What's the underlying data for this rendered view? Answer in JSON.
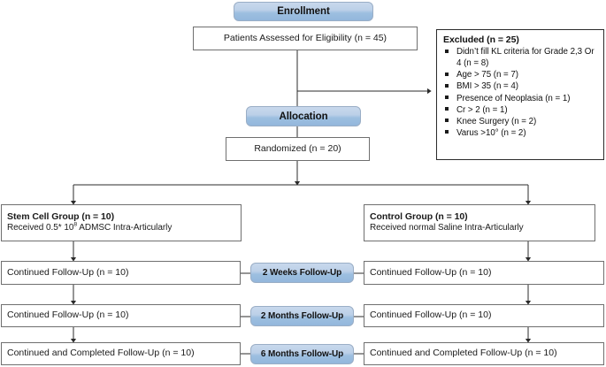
{
  "diagram": {
    "type": "consort-flow-diagram",
    "accent_color": "#9dbfe0",
    "box_border_color": "#6f6f6f"
  },
  "stages": {
    "enrollment": "Enrollment",
    "allocation": "Allocation"
  },
  "enrollment": {
    "assessed": "Patients Assessed for Eligibility (n = 45)"
  },
  "excluded": {
    "title": "Excluded (n = 25)",
    "items": [
      "Didn’t fill KL criteria for Grade 2,3 Or 4 (n = 8)",
      "Age > 75 (n = 7)",
      "BMI > 35 (n = 4)",
      "Presence of Neoplasia (n = 1)",
      "Cr > 2 (n = 1)",
      "Knee Surgery (n = 2)",
      "Varus >10° (n = 2)"
    ]
  },
  "allocation": {
    "randomized": "Randomized (n = 20)"
  },
  "groups": {
    "stem_cell": {
      "title": "Stem Cell Group (n = 10)",
      "detail_prefix": "Received 0.5* 10",
      "detail_exponent": "8",
      "detail_suffix": " ADMSC Intra-Articularly"
    },
    "control": {
      "title": "Control Group (n = 10)",
      "detail": "Received normal Saline Intra-Articularly"
    }
  },
  "followup_rows": [
    {
      "timepoint": "2 Weeks Follow-Up",
      "left": "Continued Follow-Up (n = 10)",
      "right": "Continued Follow-Up (n = 10)"
    },
    {
      "timepoint": "2 Months Follow-Up",
      "left": "Continued Follow-Up (n = 10)",
      "right": "Continued Follow-Up (n = 10)"
    },
    {
      "timepoint": "6 Months Follow-Up",
      "left": "Continued and Completed Follow-Up (n = 10)",
      "right": "Continued and Completed Follow-Up (n = 10)"
    }
  ]
}
